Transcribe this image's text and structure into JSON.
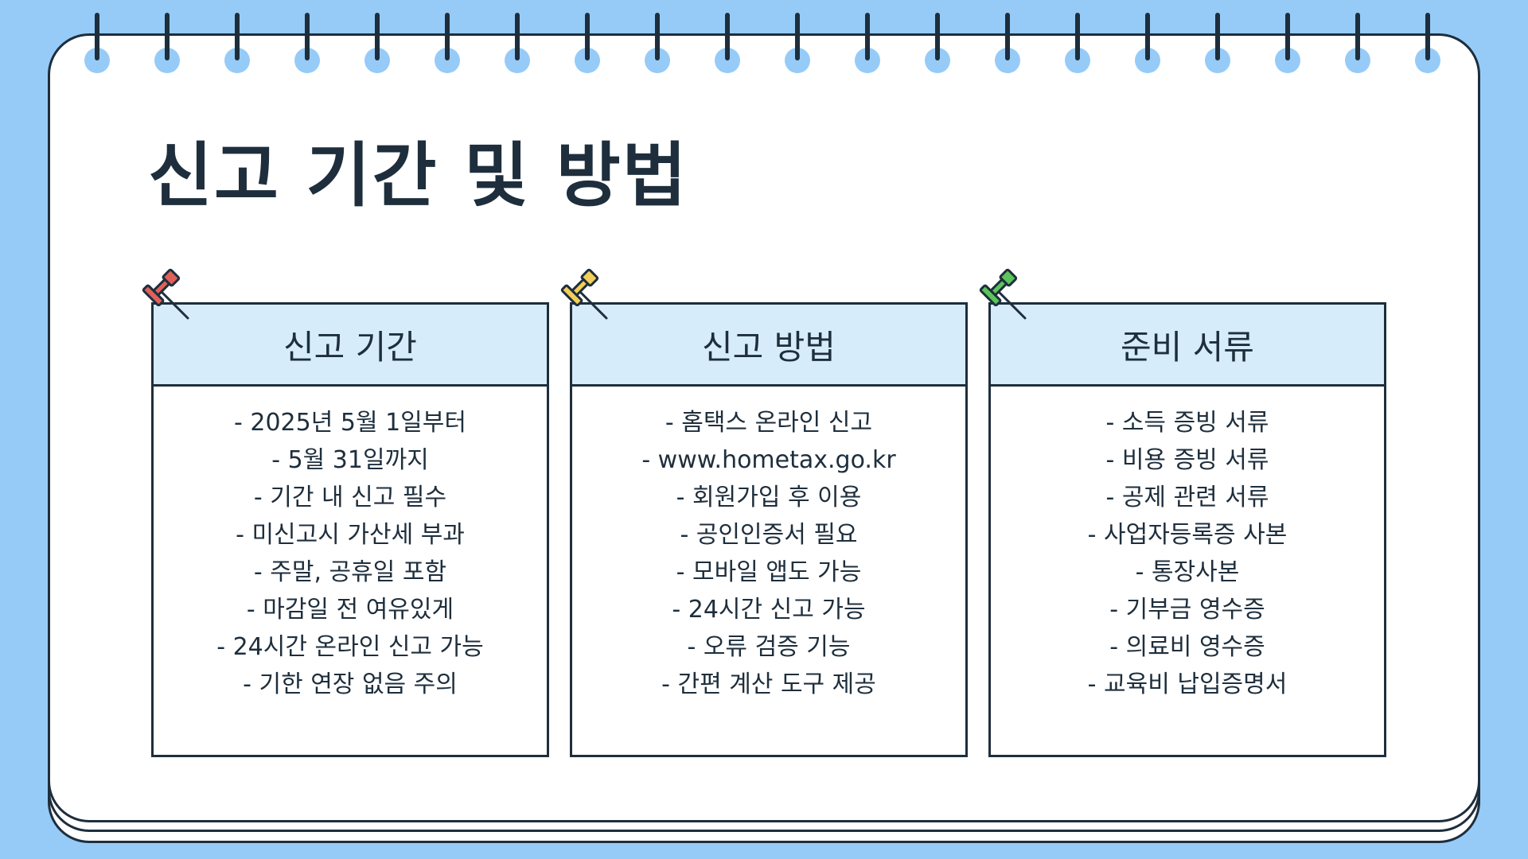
{
  "title": "신고 기간 및 방법",
  "colors": {
    "background": "#96CBF8",
    "paper": "#FFFFFF",
    "ink": "#1E2E3C",
    "card_header": "#D6ECFA"
  },
  "binding_rings": 20,
  "cards": [
    {
      "heading": "신고 기간",
      "pin_color": "#E0605A",
      "pin_icon": "red-pushpin",
      "items": [
        "- 2025년 5월 1일부터",
        "- 5월 31일까지",
        "- 기간 내 신고 필수",
        "- 미신고시 가산세 부과",
        "- 주말, 공휴일 포함",
        "- 마감일 전 여유있게",
        "- 24시간 온라인 신고 가능",
        "- 기한 연장 없음 주의"
      ]
    },
    {
      "heading": "신고 방법",
      "pin_color": "#F2CE5A",
      "pin_icon": "yellow-pushpin",
      "items": [
        "- 홈택스 온라인 신고",
        "- www.hometax.go.kr",
        "- 회원가입 후 이용",
        "- 공인인증서 필요",
        "- 모바일 앱도 가능",
        "- 24시간 신고 가능",
        "- 오류 검증 기능",
        "- 간편 계산 도구 제공"
      ]
    },
    {
      "heading": "준비 서류",
      "pin_color": "#5CC55A",
      "pin_icon": "green-pushpin",
      "items": [
        "- 소득 증빙 서류",
        "- 비용 증빙 서류",
        "- 공제 관련 서류",
        "- 사업자등록증 사본",
        "- 통장사본",
        "- 기부금 영수증",
        "- 의료비 영수증",
        "- 교육비 납입증명서"
      ]
    }
  ]
}
